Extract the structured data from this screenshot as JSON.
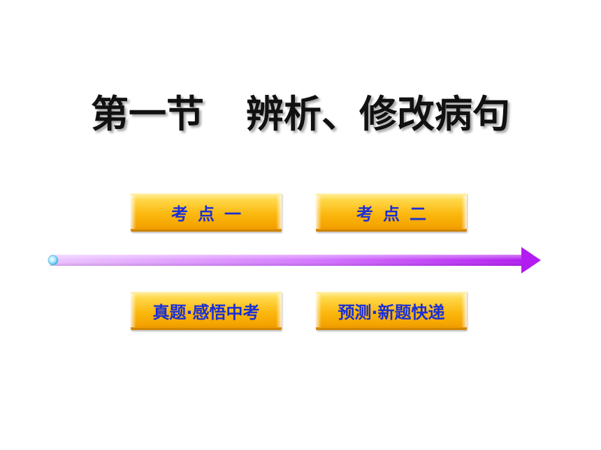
{
  "slide": {
    "title_part1": "第一节",
    "title_part2": "辨析、修改病句"
  },
  "buttons": {
    "kaodian_1": "考点一",
    "kaodian_2": "考点二",
    "zhenti": "真题·感悟中考",
    "yuce": "预测·新题快递"
  },
  "colors": {
    "button_text": "#1a2fd6",
    "button_gold": "#fbb80f",
    "arrow_start": "#e8b8ff",
    "arrow_end": "#b21cf0",
    "title": "#111111"
  }
}
